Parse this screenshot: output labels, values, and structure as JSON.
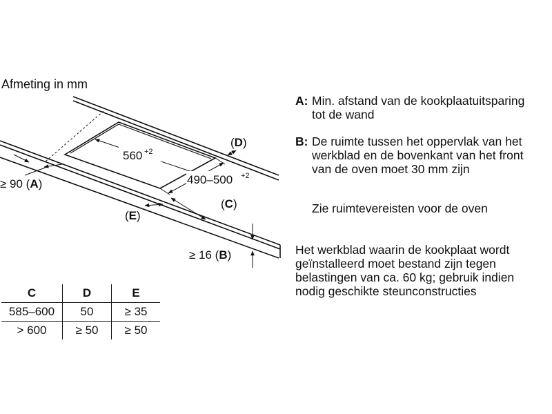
{
  "header": {
    "title": "Afmeting in mm"
  },
  "diagram": {
    "dim_width": "560",
    "dim_width_tol": "+2",
    "dim_depth": "490–500",
    "dim_depth_tol": "+2",
    "label_d_open": "(",
    "label_d_key": "D",
    "label_d_close": ")",
    "label_c_open": "(",
    "label_c_key": "C",
    "label_c_close": ")",
    "label_e_open": "(",
    "label_e_key": "E",
    "label_e_close": ")",
    "label_a_prefix": "≥ 90 (",
    "label_a_key": "A",
    "label_a_close": ")",
    "label_b_prefix": "≥ 16 (",
    "label_b_key": "B",
    "label_b_close": ")"
  },
  "table": {
    "headers": [
      "C",
      "D",
      "E"
    ],
    "rows": [
      [
        "585–600",
        "50",
        "≥ 35"
      ],
      [
        "> 600",
        "≥ 50",
        "≥ 50"
      ]
    ]
  },
  "notes": {
    "a_key": "A:",
    "a_line1": "Min. afstand van de kookplaatuitsparing",
    "a_line2": "tot de wand",
    "b_key": "B:",
    "b_line1": "De ruimte tussen het oppervlak van het",
    "b_line2": "werkblad en de bovenkant van het front",
    "b_line3": "van de oven moet 30 mm zijn",
    "oven_note": "Zie ruimtevereisten voor de oven",
    "load_line1": "Het werkblad waarin de kookplaat wordt",
    "load_line2": "geïnstalleerd moet bestand zijn tegen",
    "load_line3": "belastingen van ca. 60 kg; gebruik indien",
    "load_line4": "nodig geschikte steunconstructies"
  }
}
